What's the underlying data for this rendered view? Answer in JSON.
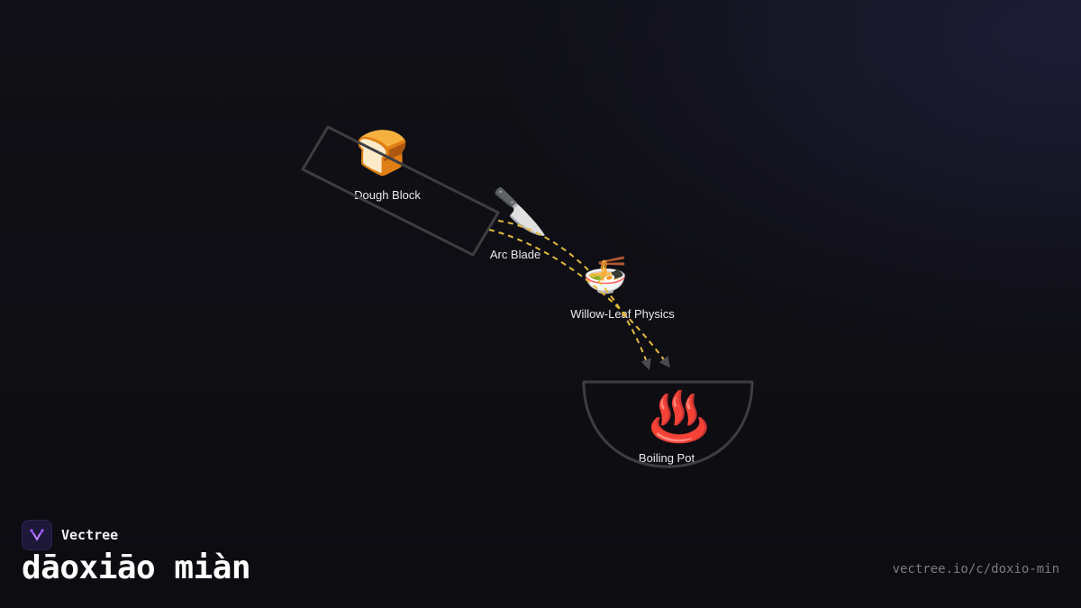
{
  "brand": {
    "name": "Vectree",
    "logo_icon": "vectree-fork-logo",
    "accent": "#a259ff"
  },
  "title": "dāoxiāo miàn",
  "url": "vectree.io/c/doxio-min",
  "diagram": {
    "stroke_color": "#3d3d42",
    "flow_color": "#e6bb3b",
    "arrow_color": "#4a4a50",
    "nodes": {
      "dough": {
        "label": "Dough Block",
        "icon": "🍞",
        "icon_name": "bread-icon"
      },
      "blade": {
        "label": "Arc Blade",
        "icon": "🔪",
        "icon_name": "knife-icon"
      },
      "noodle": {
        "label": "Willow-Leaf Physics",
        "icon": "🍜",
        "icon_name": "noodle-bowl-icon"
      },
      "pot": {
        "label": "Boiling Pot",
        "icon": "♨️",
        "icon_name": "hot-springs-icon"
      }
    }
  }
}
